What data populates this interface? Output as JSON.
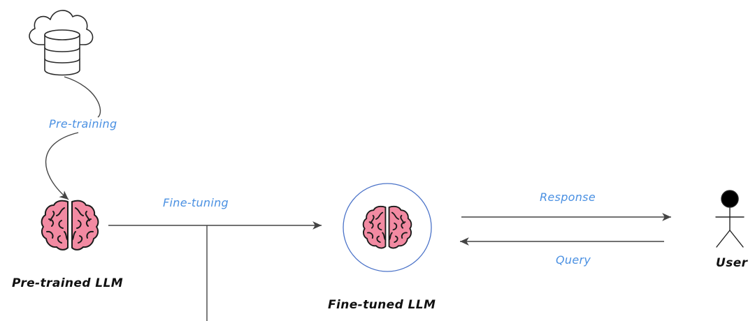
{
  "colors": {
    "edge_label": "#4a90e2",
    "node_label": "#111111",
    "line": "#444444",
    "brain_fill": "#f28aa2",
    "brain_stroke": "#1b1b1b",
    "circle_stroke": "#4a72c8"
  },
  "icons": {
    "data_source": "cloud-database-icon",
    "pretrained_model": "brain-icon",
    "finetuned_model": "brain-icon",
    "user": "stick-figure-icon"
  },
  "nodes": {
    "pretrained": {
      "label": "Pre-trained LLM"
    },
    "finetuned": {
      "label": "Fine-tuned LLM"
    },
    "user": {
      "label": "User"
    }
  },
  "edges": {
    "pretraining": {
      "label": "Pre-training"
    },
    "finetuning": {
      "label": "Fine-tuning"
    },
    "response": {
      "label": "Response"
    },
    "query": {
      "label": "Query"
    }
  }
}
